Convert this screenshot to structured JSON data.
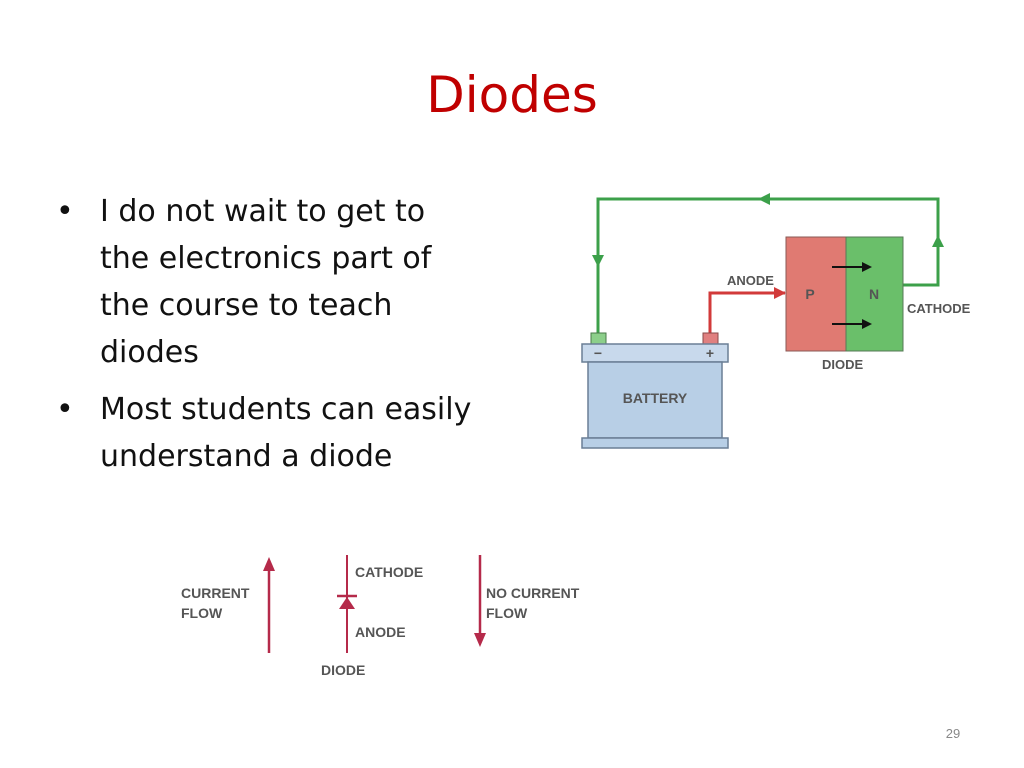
{
  "slide": {
    "title": "Diodes",
    "page_number": "29"
  },
  "bullets": [
    {
      "text": "I do not wait to get to the electronics part of the course to teach diodes"
    },
    {
      "text": "Most  students can easily understand a diode"
    }
  ],
  "circuit_figure": {
    "anode_label": "ANODE",
    "p_label": "P",
    "n_label": "N",
    "cathode_label": "CATHODE",
    "diode_label": "DIODE",
    "battery_label": "BATTERY",
    "minus_sign": "−",
    "plus_sign": "+",
    "colors": {
      "wire_green": "#3ca04a",
      "wire_red": "#d23a3a",
      "p_region": "#e07a72",
      "n_region": "#6abf6a",
      "battery_fill": "#b8cfe6",
      "battery_top": "#c8d9ec"
    }
  },
  "symbol_figure": {
    "current_flow_line1": "CURRENT",
    "current_flow_line2": "FLOW",
    "cathode_label": "CATHODE",
    "anode_label": "ANODE",
    "diode_label": "DIODE",
    "no_current_line1": "NO CURRENT",
    "no_current_line2": "FLOW",
    "colors": {
      "arrow": "#b52a4a"
    }
  }
}
